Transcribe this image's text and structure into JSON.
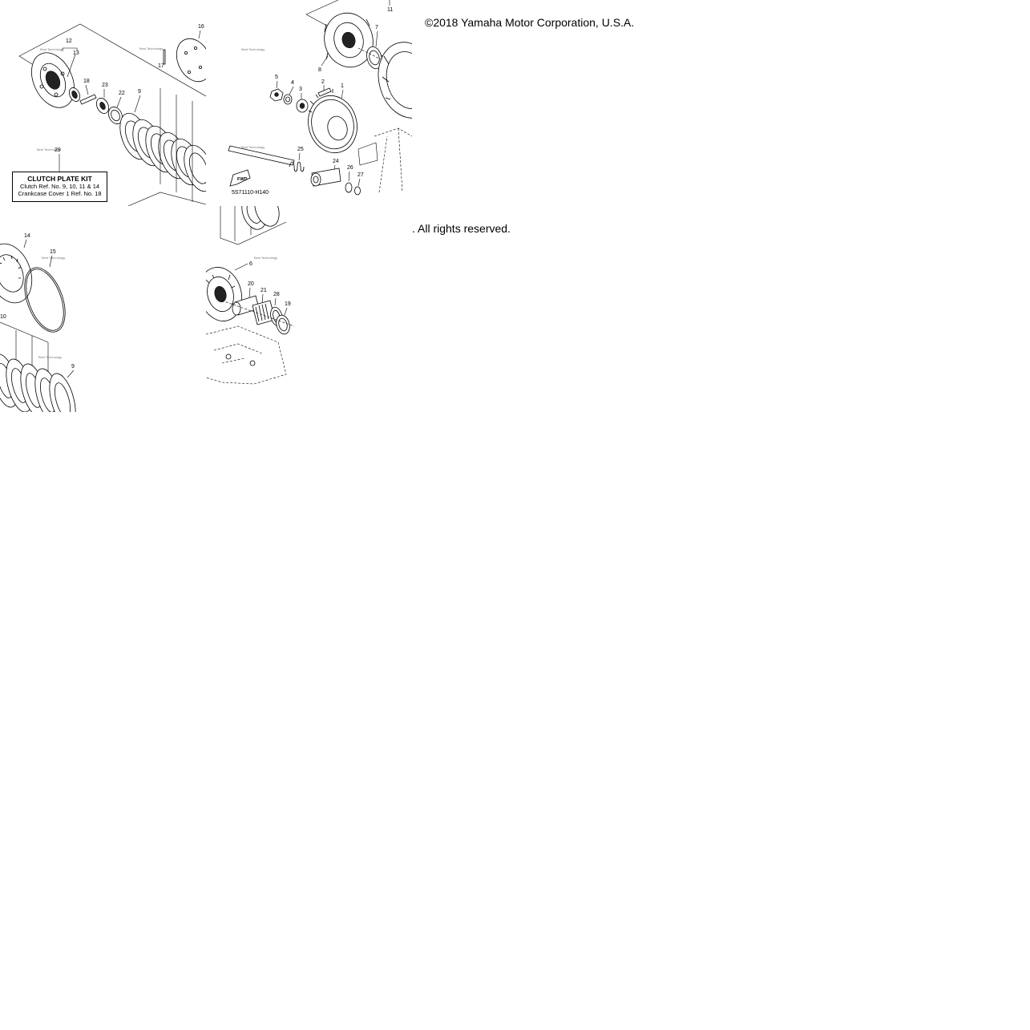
{
  "header": {
    "copyright": "©2018 Yamaha Motor Corporation, U.S.A.",
    "rights": ". All rights reserved."
  },
  "kit": {
    "ref": "29",
    "title": "CLUTCH PLATE KIT",
    "line1": "Clutch Ref. No. 9, 10, 11 & 14",
    "line2": "Crankcase Cover 1 Ref. No. 18"
  },
  "diagram": {
    "code": "5S71110-H140",
    "fwd": "FWD",
    "refs": {
      "r1": "1",
      "r2": "2",
      "r3": "3",
      "r4": "4",
      "r5": "5",
      "r6": "6",
      "r7": "7",
      "r8": "8",
      "r9": "9",
      "r10": "10",
      "r11": "11",
      "r12": "12",
      "r13": "13",
      "r14": "14",
      "r15": "15",
      "r16": "16",
      "r17": "17",
      "r18": "18",
      "r19": "19",
      "r20": "20",
      "r21": "21",
      "r22": "22",
      "r23": "23",
      "r24": "24",
      "r25": "25",
      "r26": "26",
      "r27": "27",
      "r28": "28"
    }
  }
}
